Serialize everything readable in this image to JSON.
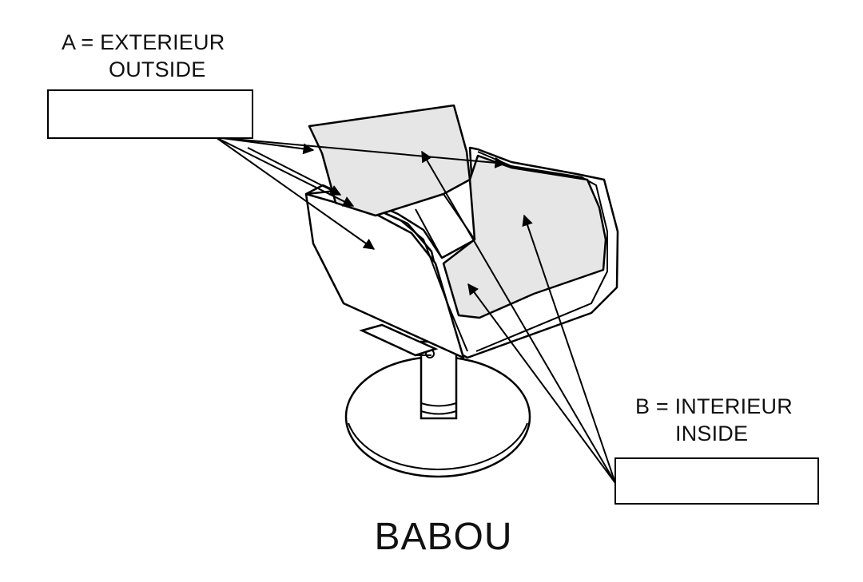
{
  "labels": {
    "exterior_line1": "A = EXTERIEUR",
    "exterior_line2": "OUTSIDE",
    "interior_line1": "B = INTERIEUR",
    "interior_line2": "INSIDE"
  },
  "model_name": "BABOU",
  "colors": {
    "line": "#000000",
    "interior_fill": "#e6e6e6",
    "background": "#ffffff"
  }
}
